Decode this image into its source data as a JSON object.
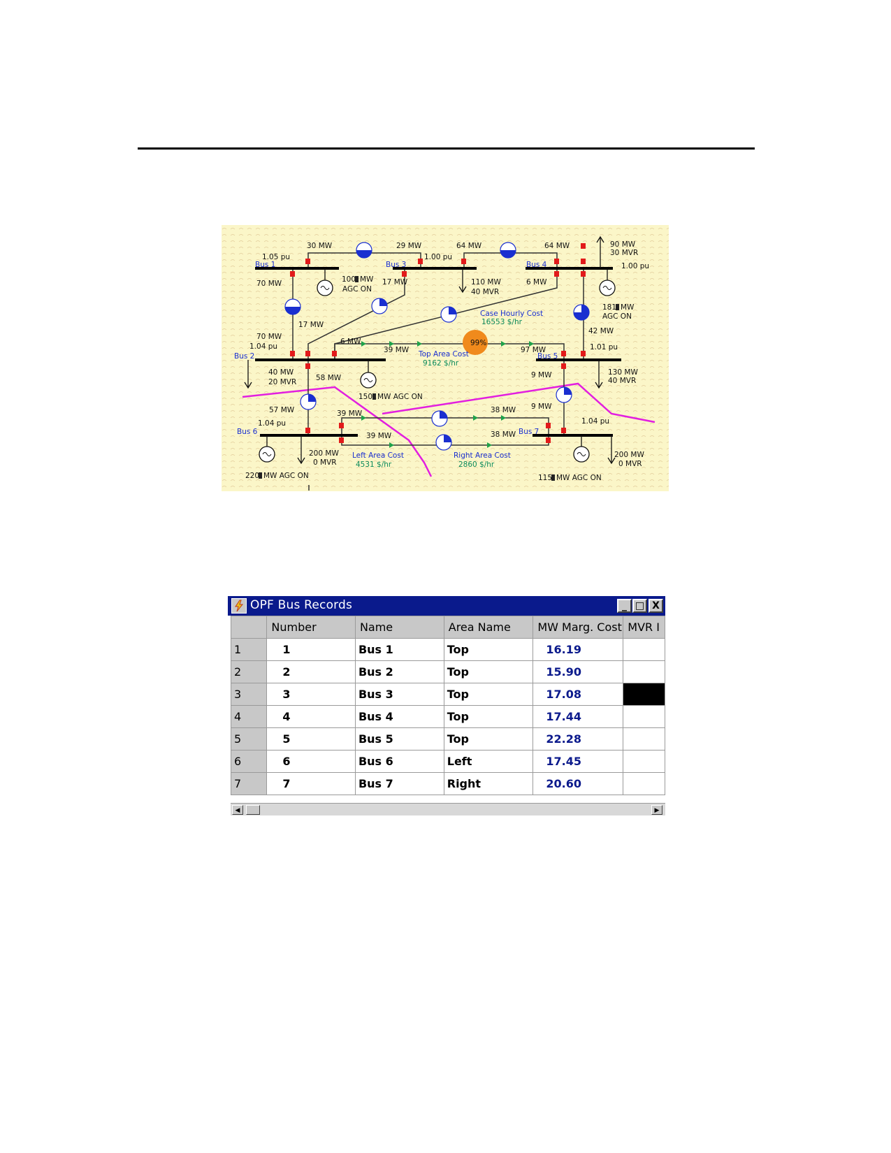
{
  "diagram": {
    "buses": [
      "Bus 1",
      "Bus 2",
      "Bus 3",
      "Bus 4",
      "Bus 5",
      "Bus 6",
      "Bus 7"
    ],
    "labels": {
      "bus1_flow_top": "30 MW",
      "bus1_volt": "1.05 pu",
      "bus1_flow_down": "70 MW",
      "gen1": "100",
      "gen1_unit": "MW",
      "gen1_agc": "AGC ON",
      "bus3_flow_in": "29 MW",
      "bus3_volt": "1.00 pu",
      "bus3_flow_diag": "17 MW",
      "bus3_load_mw": "110 MW",
      "bus3_load_mvr": "40 MVR",
      "bus34_flow_a": "64 MW",
      "bus34_flow_b": "64 MW",
      "bus4_load_mw": "90 MW",
      "bus4_load_mvr": "30 MVR",
      "bus4_volt": "1.00 pu",
      "bus4_flow_diag": "6 MW",
      "gen4": "181",
      "gen4_unit": "MW",
      "gen4_agc": "AGC ON",
      "case_cost_label": "Case Hourly Cost",
      "case_cost_value": "16553 $/hr",
      "bus2_flow_17": "17 MW",
      "bus2_flow_70": "70 MW",
      "bus2_volt": "1.04 pu",
      "bus2_flow_6": "6 MW",
      "bus25_flow_39": "39 MW",
      "bus25_pct": "99%",
      "bus45_flow_97": "97 MW",
      "bus45_flow_42": "42 MW",
      "bus5_volt": "1.01 pu",
      "top_cost_label": "Top Area Cost",
      "top_cost_value": "9162 $/hr",
      "bus2_load_mw": "40 MW",
      "bus2_load_mvr": "20 MVR",
      "bus2_flow_58": "58 MW",
      "gen2": "150",
      "gen2_unit": "MW AGC ON",
      "bus5_flow_9a": "9 MW",
      "bus5_flow_9b": "9 MW",
      "bus5_load_mw": "130 MW",
      "bus5_load_mvr": "40 MVR",
      "bus6_flow_57": "57 MW",
      "bus6_volt": "1.04 pu",
      "bus67_flow_39a": "39 MW",
      "bus67_flow_38a": "38 MW",
      "bus67_flow_39b": "39 MW",
      "bus67_flow_38b": "38 MW",
      "bus7_volt": "1.04 pu",
      "bus6_load_mw": "200 MW",
      "bus6_load_mvr": "0 MVR",
      "left_cost_label": "Left Area Cost",
      "left_cost_value": "4531 $/hr",
      "right_cost_label": "Right Area Cost",
      "right_cost_value": "2860 $/hr",
      "bus7_load_mw": "200 MW",
      "bus7_load_mvr": "0 MVR",
      "gen6": "220",
      "gen6_unit": "MW AGC ON",
      "gen7": "115",
      "gen7_unit": "MW AGC ON"
    }
  },
  "window": {
    "title": "OPF Bus Records",
    "buttons": {
      "minimize": "_",
      "maximize": "□",
      "close": "X"
    },
    "columns": [
      "Number",
      "Name",
      "Area Name",
      "MW Marg. Cost",
      "MVR I"
    ],
    "rows": [
      {
        "header": "1",
        "number": "1",
        "name": "Bus 1",
        "area": "Top",
        "cost": "16.19"
      },
      {
        "header": "2",
        "number": "2",
        "name": "Bus 2",
        "area": "Top",
        "cost": "15.90"
      },
      {
        "header": "3",
        "number": "3",
        "name": "Bus 3",
        "area": "Top",
        "cost": "17.08"
      },
      {
        "header": "4",
        "number": "4",
        "name": "Bus 4",
        "area": "Top",
        "cost": "17.44"
      },
      {
        "header": "5",
        "number": "5",
        "name": "Bus 5",
        "area": "Top",
        "cost": "22.28"
      },
      {
        "header": "6",
        "number": "6",
        "name": "Bus 6",
        "area": "Left",
        "cost": "17.45"
      },
      {
        "header": "7",
        "number": "7",
        "name": "Bus 7",
        "area": "Right",
        "cost": "20.60"
      }
    ],
    "colors": {
      "titlebar": "#0a1a8c",
      "cost_text": "#0b1a8c",
      "diagram_bg": "#fbf6c8",
      "area_boundary": "#e21ee0",
      "pie_fill": "#1a2fd0",
      "overload_marker": "#f08a1c"
    }
  }
}
